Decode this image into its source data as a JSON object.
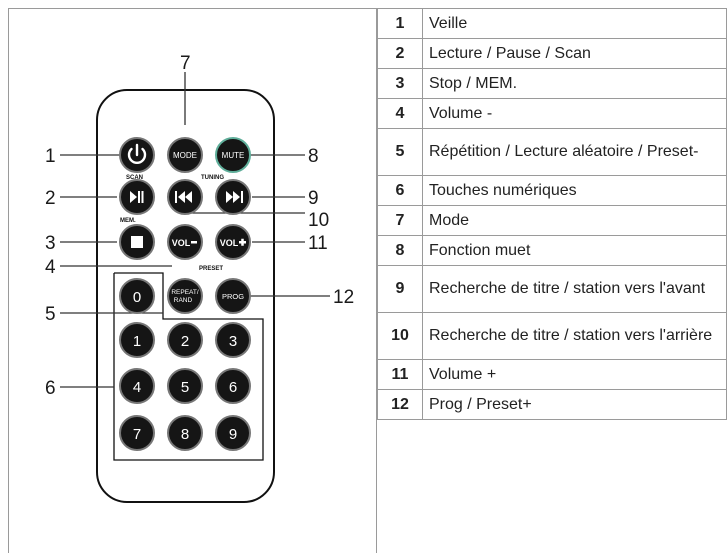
{
  "remote": {
    "labels": {
      "scan": "SCAN",
      "tuning": "TUNING",
      "mem": "MEM.",
      "preset": "PRESET",
      "mode": "MODE",
      "mute": "MUTE",
      "vol_minus": "VOL",
      "vol_plus": "VOL",
      "repeat_line1": "REPEAT/",
      "repeat_line2": "RAND",
      "prog": "PROG",
      "digits": [
        "0",
        "1",
        "2",
        "3",
        "4",
        "5",
        "6",
        "7",
        "8",
        "9"
      ]
    },
    "callouts": [
      "1",
      "2",
      "3",
      "4",
      "5",
      "6",
      "7",
      "8",
      "9",
      "10",
      "11",
      "12"
    ]
  },
  "legend": {
    "rows": [
      {
        "num": "1",
        "text": "Veille"
      },
      {
        "num": "2",
        "text": "Lecture / Pause / Scan"
      },
      {
        "num": "3",
        "text": "Stop / MEM."
      },
      {
        "num": "4",
        "text": "Volume -"
      },
      {
        "num": "5",
        "text": "Répétition / Lecture aléatoire / Preset-"
      },
      {
        "num": "6",
        "text": "Touches numériques"
      },
      {
        "num": "7",
        "text": "Mode"
      },
      {
        "num": "8",
        "text": "Fonction muet"
      },
      {
        "num": "9",
        "text": "Recherche de titre / station vers l'avant"
      },
      {
        "num": "10",
        "text": "Recherche de titre / station vers l'arrière"
      },
      {
        "num": "11",
        "text": "Volume +"
      },
      {
        "num": "12",
        "text": "Prog / Preset+"
      }
    ]
  }
}
